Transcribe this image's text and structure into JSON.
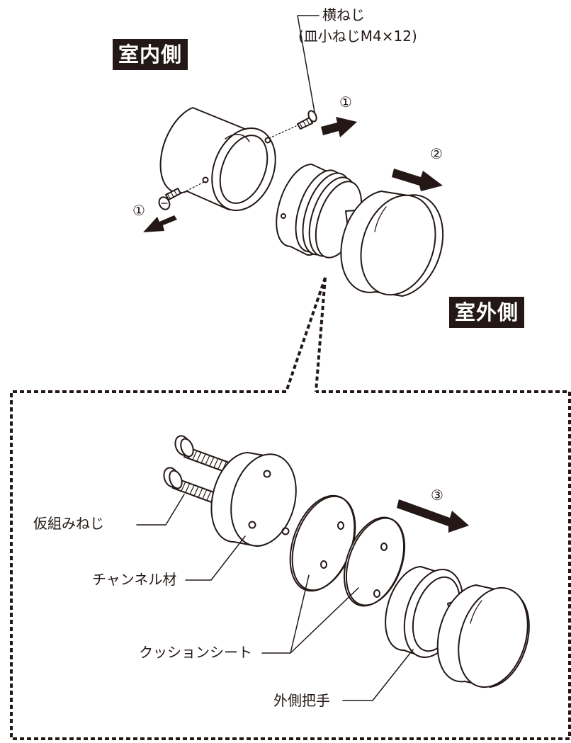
{
  "top": {
    "side_indoor": "室内側",
    "side_outdoor": "室外側",
    "screw_label_line1": "横ねじ",
    "screw_label_line2": "(皿小ねじM4×12)",
    "step_1_left": "①",
    "step_1_right": "①",
    "step_2": "②"
  },
  "detail": {
    "step_3": "③",
    "temp_screw_label": "仮組みねじ",
    "channel_label": "チャンネル材",
    "cushion_label": "クッションシート",
    "outer_handle_label": "外側把手"
  },
  "colors": {
    "ink": "#231815",
    "paper": "#ffffff"
  }
}
